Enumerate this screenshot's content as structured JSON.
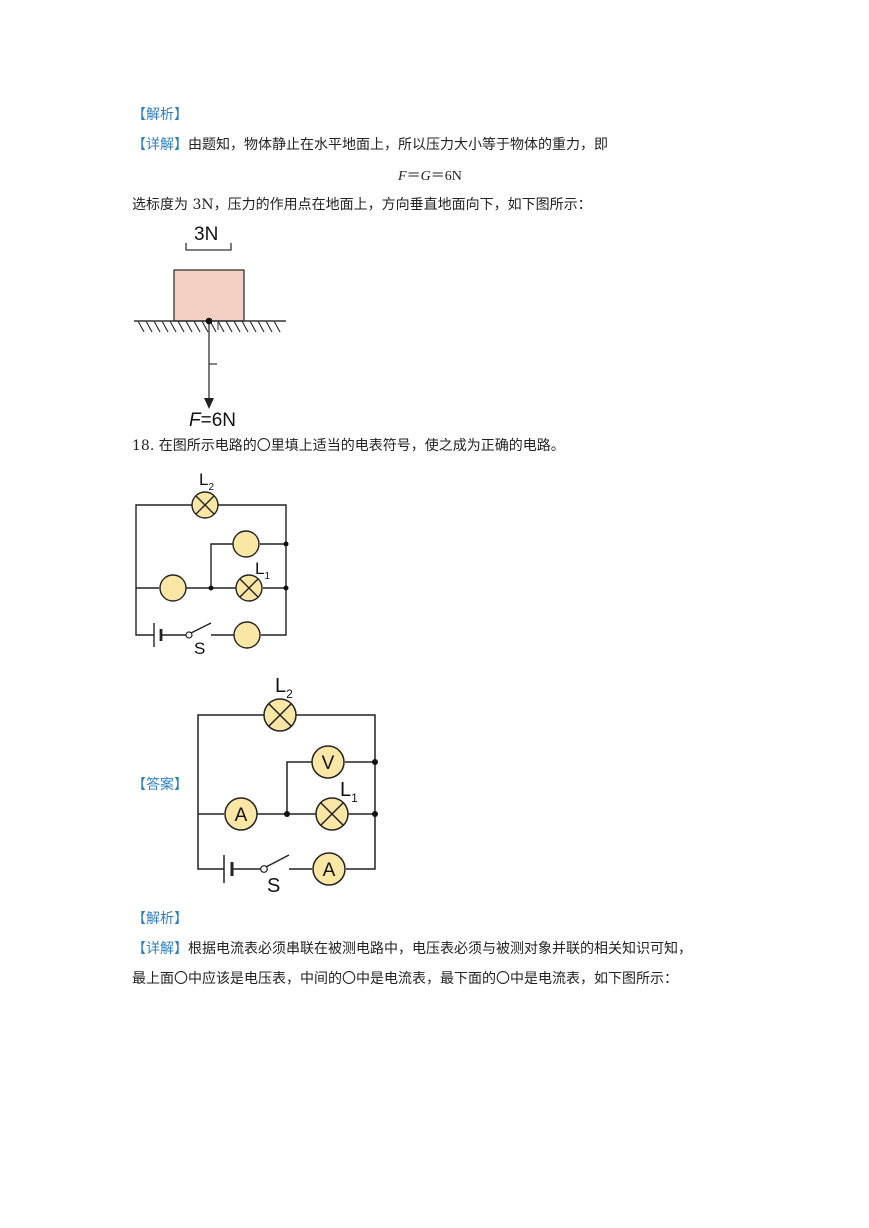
{
  "section1": {
    "analysis_tag": "【解析】",
    "detail_tag": "【详解】",
    "detail_text": "由题知，物体静止在水平地面上，所以压力大小等于物体的重力，即",
    "formula": {
      "f": "F",
      "eq1": "＝",
      "g": "G",
      "eq2": "＝",
      "value": "6N"
    },
    "scale_text": "选标度为 3N，压力的作用点在地面上，方向垂直地面向下，如下图所示："
  },
  "force_diagram": {
    "scale_label": "3N",
    "force_var": "F",
    "force_value": "=6N",
    "colors": {
      "block_fill": "#f4cfc4",
      "block_stroke": "#333333"
    }
  },
  "question18": {
    "text": "18. 在图所示电路的〇里填上适当的电表符号，使之成为正确的电路。"
  },
  "circuit": {
    "lamp2_label": "L",
    "lamp2_sub": "2",
    "lamp1_label": "L",
    "lamp1_sub": "1",
    "switch_label": "S",
    "meter_fill": "#fbe7a5"
  },
  "answer": {
    "tag": "【答案】",
    "top_meter": "V",
    "middle_meter": "A",
    "bottom_meter": "A"
  },
  "section2": {
    "analysis_tag": "【解析】",
    "detail_tag": "【详解】",
    "detail_text": "根据电流表必须串联在被测电路中，电压表必须与被测对象并联的相关知识可知，",
    "detail_text2": "最上面〇中应该是电压表，中间的〇中是电流表，最下面的〇中是电流表，如下图所示："
  }
}
